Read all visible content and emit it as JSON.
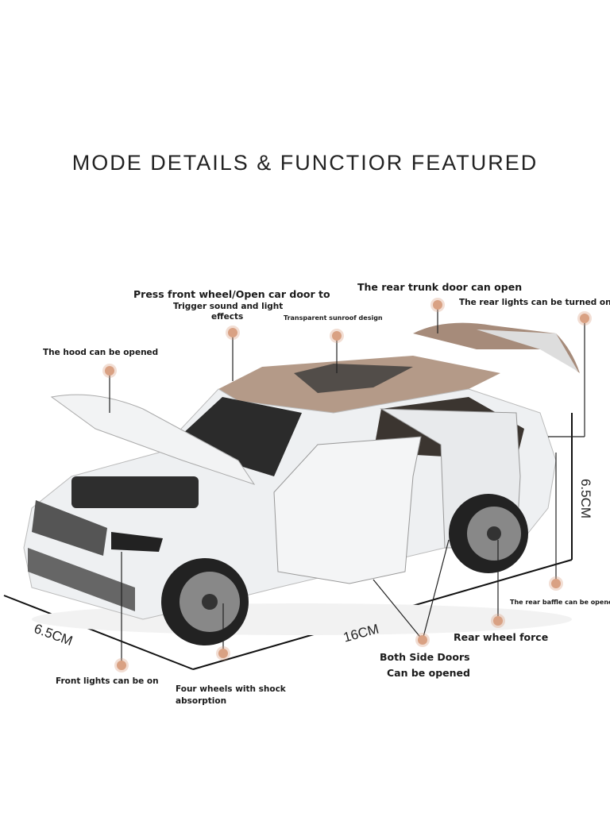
{
  "title": "MODE DETAILS & FUNCTIOR FEATURED",
  "callouts": {
    "press_wheel": "Press front wheel/Open car door to",
    "trigger": "Trigger sound and light",
    "effects": "effects",
    "sunroof": "Transparent sunroof design",
    "trunk": "The rear trunk door can open",
    "rear_lights": "The rear lights can be turned on",
    "hood": "The hood can be opened",
    "front_lights": "Front lights can be on",
    "wheels_1": "Four wheels with shock",
    "wheels_2": "absorption",
    "doors_1": "Both Side Doors",
    "doors_2": "Can be opened",
    "rear_wheel": "Rear wheel force",
    "rear_baffle": "The rear baffle can be opened"
  },
  "dimensions": {
    "width": "6.5CM",
    "length": "16CM",
    "height": "6.5CM"
  },
  "colors": {
    "dot": "#d9a183",
    "car_body": "#eef0f2",
    "roof": "#b49a88"
  }
}
